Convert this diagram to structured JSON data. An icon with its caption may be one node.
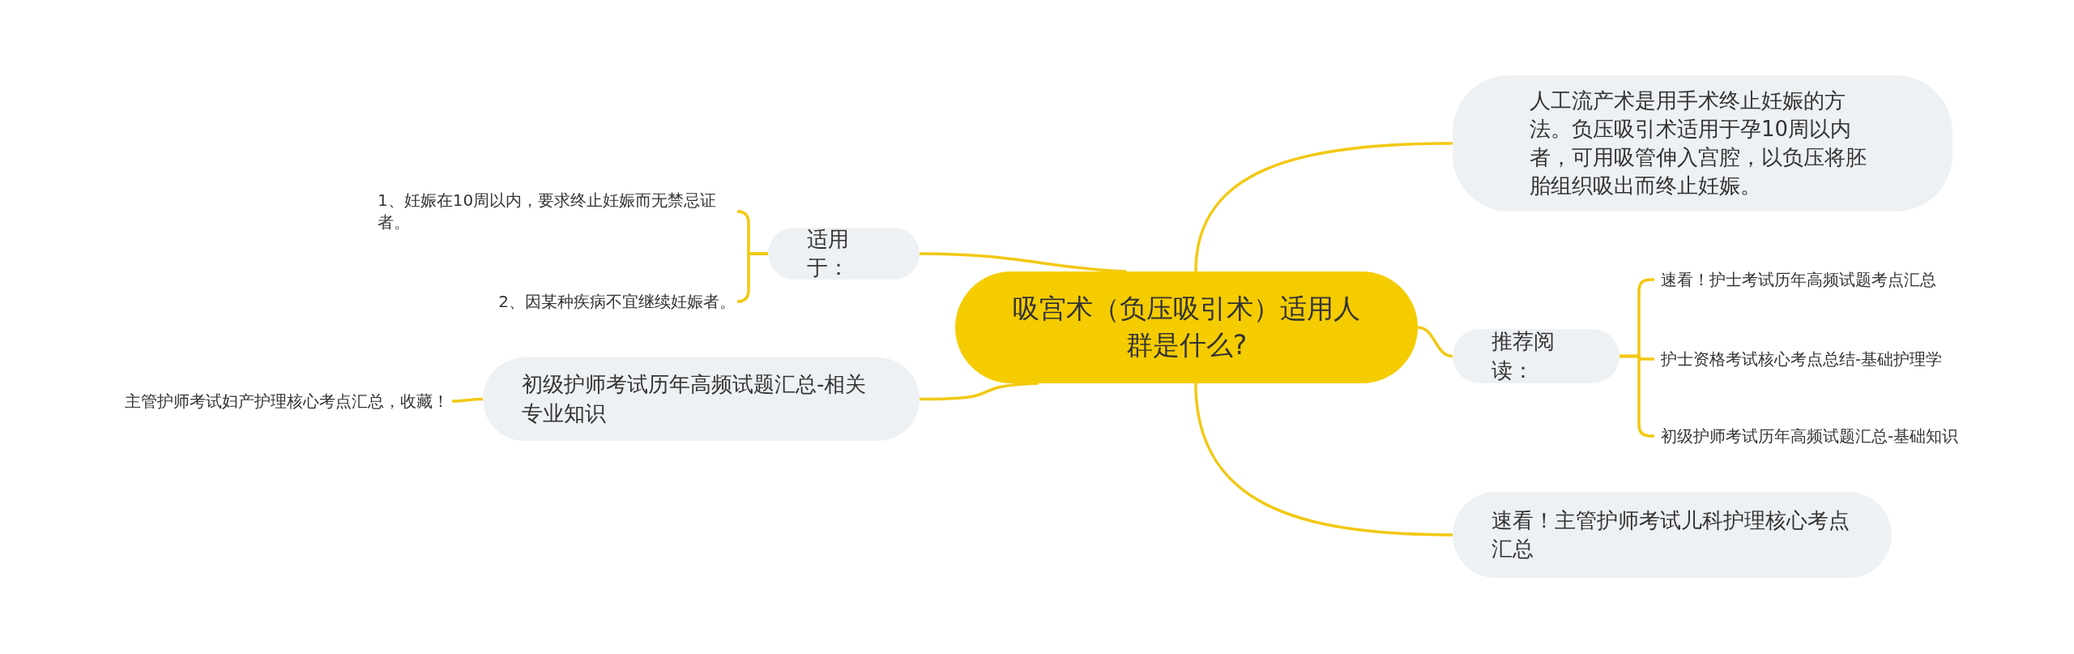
{
  "diagram": {
    "nodes": [
      {
        "text": [
          "吸宫术（负压吸引术）适用人群是什么?"
        ]
      },
      {
        "text": [
          "适用于："
        ]
      },
      {
        "text": [
          "1、妊娠在10周以内，要求终止妊娠而无禁忌证者。"
        ]
      },
      {
        "text": [
          "2、因某种疾病不宜继续妊娠者。"
        ]
      },
      {
        "text": [
          "初级护师考试历年高频试题汇总-相关专业知识"
        ]
      },
      {
        "text": [
          "主管护师考试妇产护理核心考点汇总，收藏！"
        ]
      },
      {
        "text": [
          "人工流产术是用手术终止妊娠的方法。负压吸引术适用于孕10周以内者，可用吸管伸入宫腔，以负压将胚胎组织吸出而终止妊娠。"
        ]
      },
      {
        "text": [
          "推荐阅读："
        ]
      },
      {
        "text": [
          "速看！护士考试历年高频试题考点汇总"
        ]
      },
      {
        "text": [
          "护士资格考试核心考点总结-基础护理学"
        ]
      },
      {
        "text": [
          "初级护师考试历年高频试题汇总-基础知识"
        ]
      },
      {
        "text": [
          "速看！主管护师考试儿科护理核心考点汇总"
        ]
      }
    ],
    "edges": [
      {
        "from": 0,
        "to": 1,
        "arrow": "none"
      },
      {
        "from": 1,
        "to": 2,
        "arrow": "none"
      },
      {
        "from": 1,
        "to": 3,
        "arrow": "none"
      },
      {
        "from": 0,
        "to": 4,
        "arrow": "none"
      },
      {
        "from": 4,
        "to": 5,
        "arrow": "none"
      },
      {
        "from": 0,
        "to": 6,
        "arrow": "none"
      },
      {
        "from": 0,
        "to": 7,
        "arrow": "none"
      },
      {
        "from": 7,
        "to": 8,
        "arrow": "none"
      },
      {
        "from": 7,
        "to": 9,
        "arrow": "none"
      },
      {
        "from": 7,
        "to": 10,
        "arrow": "none"
      },
      {
        "from": 0,
        "to": 11,
        "arrow": "none"
      }
    ]
  }
}
